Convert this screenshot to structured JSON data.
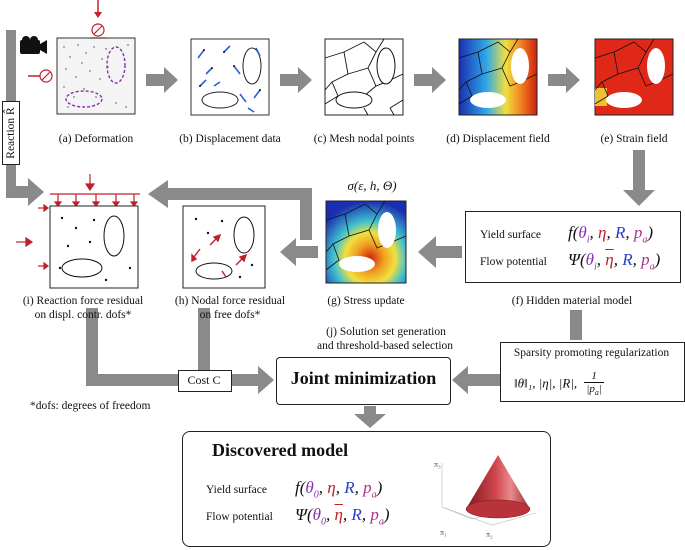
{
  "panels": {
    "a": "(a) Deformation",
    "b": "(b) Displacement data",
    "c": "(c) Mesh nodal points",
    "d": "(d) Displacement field",
    "e": "(e) Strain field",
    "g": "(g) Stress update",
    "h1": "(h) Nodal force residual",
    "h2": "on free dofs*",
    "i1": "(i) Reaction force residual",
    "i2": "on displ. contr. dofs*",
    "f": "(f) Hidden material model",
    "j1": "(j) Solution set generation",
    "j2": "and threshold-based selection"
  },
  "reaction_label": "Reaction R̂",
  "stress_formula": "σ(ε, h, Θ)",
  "hidden_model": {
    "yield_label": "Yield surface",
    "flow_label": "Flow potential"
  },
  "sparsity": {
    "title": "Sparsity promoting regularization",
    "terms": "‖θ‖₁, |η|, |R|,"
  },
  "cost_label": "Cost C",
  "joint_label": "Joint minimization",
  "dofs_note": "*dofs: degrees of freedom",
  "discovered": {
    "title": "Discovered model",
    "yield_label": "Yield surface",
    "flow_label": "Flow potential",
    "axis_labels": [
      "π₁",
      "π₂",
      "π₃"
    ]
  },
  "colors": {
    "arrow_gray": "#8a8a8a",
    "theta_purple": "#8a2fb0",
    "eta_red": "#c0202a",
    "R_blue": "#2a3fc8",
    "pa_magenta": "#b0308a",
    "cone_red": "#c8363c"
  }
}
